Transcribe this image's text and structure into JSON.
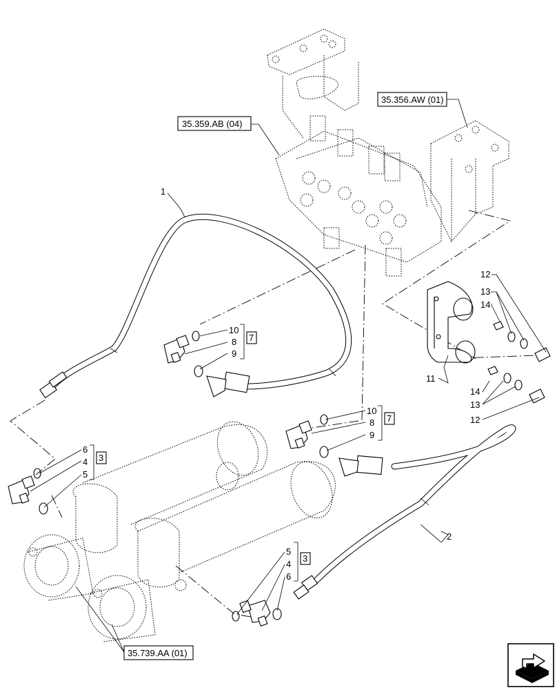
{
  "references": {
    "valve": "35.359.AB (04)",
    "bracket": "35.356.AW (01)",
    "cylinder": "35.739.AA (01)"
  },
  "callouts": {
    "hose_top": "1",
    "hose_bottom": "2",
    "bracket_plate": "11",
    "bolt_top": "12",
    "washer_top": "13",
    "nut_top": "14",
    "nut_bottom": "14",
    "washer_bottom": "13",
    "bolt_bottom": "12",
    "upper_kit_top": "10",
    "upper_kit_mid": "8",
    "upper_kit_bot": "9",
    "upper_kit_num": "7",
    "middle_kit_top": "10",
    "middle_kit_mid": "8",
    "middle_kit_bot": "9",
    "middle_kit_num": "7",
    "left_kit_top": "6",
    "left_kit_mid": "4",
    "left_kit_bot": "5",
    "left_kit_num": "3",
    "right_kit_top": "5",
    "right_kit_mid": "4",
    "right_kit_bot": "6",
    "right_kit_num": "3"
  },
  "nav": {
    "icon": "next-page-arrow-icon"
  }
}
